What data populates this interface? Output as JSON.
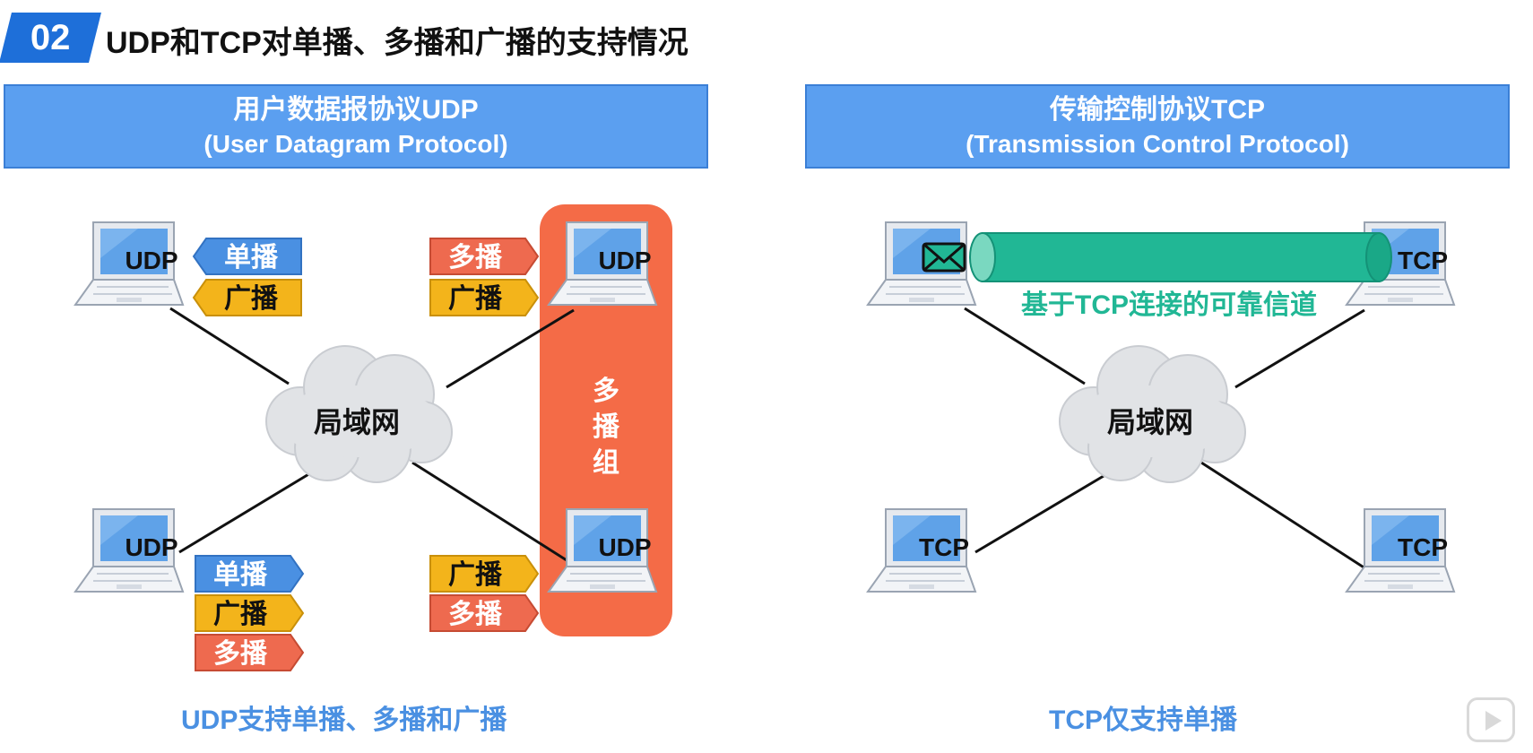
{
  "header": {
    "badge": "02",
    "title": "UDP和TCP对单播、多播和广播的支持情况"
  },
  "udp_panel": {
    "title": "用户数据报协议UDP",
    "subtitle": "(User Datagram Protocol)",
    "lan_label": "局域网",
    "group_label": "多播组",
    "host_label": "UDP",
    "caption": "UDP支持单播、多播和广播",
    "tags": {
      "unicast": "单播",
      "multicast": "多播",
      "broadcast": "广播"
    }
  },
  "tcp_panel": {
    "title": "传输控制协议TCP",
    "subtitle": "(Transmission Control Protocol)",
    "lan_label": "局域网",
    "host_label": "TCP",
    "channel_label": "基于TCP连接的可靠信道",
    "caption": "TCP仅支持单播"
  },
  "colors": {
    "unicast": "#4a90e2",
    "broadcast": "#f3b41b",
    "multicast": "#ee6a4f",
    "multicast_group": "#f46b47",
    "channel": "#21b795",
    "header": "#5b9ff0"
  }
}
